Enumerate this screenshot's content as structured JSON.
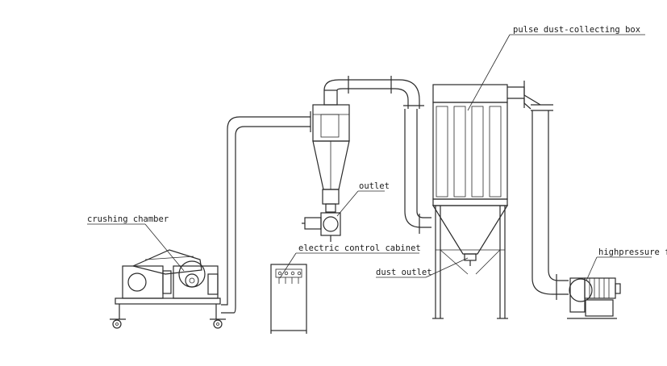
{
  "labels": {
    "pulse_box": "pulse dust-collecting box",
    "outlet": "outlet",
    "crushing_chamber": "crushing chamber",
    "control_cabinet": "electric control cabinet",
    "dust_outlet": "dust outlet",
    "fan": "highpressure fan"
  },
  "colors": {
    "line": "#2a2a2a",
    "background": "#ffffff"
  }
}
